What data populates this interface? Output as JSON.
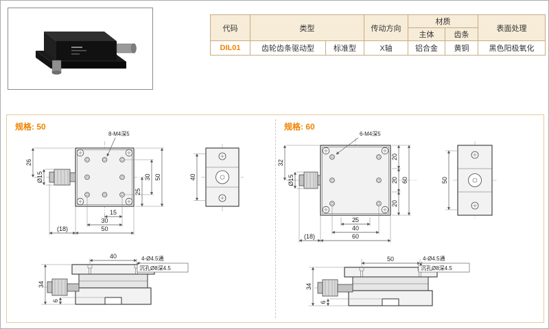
{
  "page": {
    "accent": "#f08300"
  },
  "product_table": {
    "headers": {
      "code": "代码",
      "type": "类型",
      "direction": "传动方向",
      "material": "材质",
      "material_body": "主体",
      "material_rack": "齿条",
      "surface": "表面处理"
    },
    "row": {
      "code": "DIL01",
      "type_drive": "齿轮齿条驱动型",
      "type_std": "标准型",
      "direction": "X轴",
      "material_body": "铝合金",
      "material_rack": "黄铜",
      "surface": "黑色阳极氧化"
    }
  },
  "specs": [
    {
      "label": "规格: 50",
      "thread_note": "8-M4深5",
      "plan": {
        "dim_left": "26",
        "knob_dia": "Ø15",
        "right_dims": [
          "25",
          "30",
          "50"
        ],
        "bottom_dims": [
          "15",
          "30",
          "50"
        ],
        "knob_len": "(18)"
      },
      "side": {
        "dim": "40"
      },
      "section": {
        "top_dim": "40",
        "hole_note": "4-Ø4.5通",
        "cbore_note": "沉孔Ø8深4.5",
        "total_height": "34",
        "base_height": "6"
      }
    },
    {
      "label": "规格: 60",
      "thread_note": "6-M4深5",
      "plan": {
        "dim_left": "32",
        "knob_dia": "Ø15",
        "right_dims": [
          "20",
          "20",
          "20",
          "60"
        ],
        "bottom_dims": [
          "25",
          "40",
          "60"
        ],
        "knob_len": "(18)"
      },
      "side": {
        "dim": "50"
      },
      "section": {
        "top_dim": "50",
        "hole_note": "4-Ø4.5通",
        "cbore_note": "沉孔Ø8深4.5",
        "total_height": "34",
        "base_height": "6"
      }
    }
  ]
}
